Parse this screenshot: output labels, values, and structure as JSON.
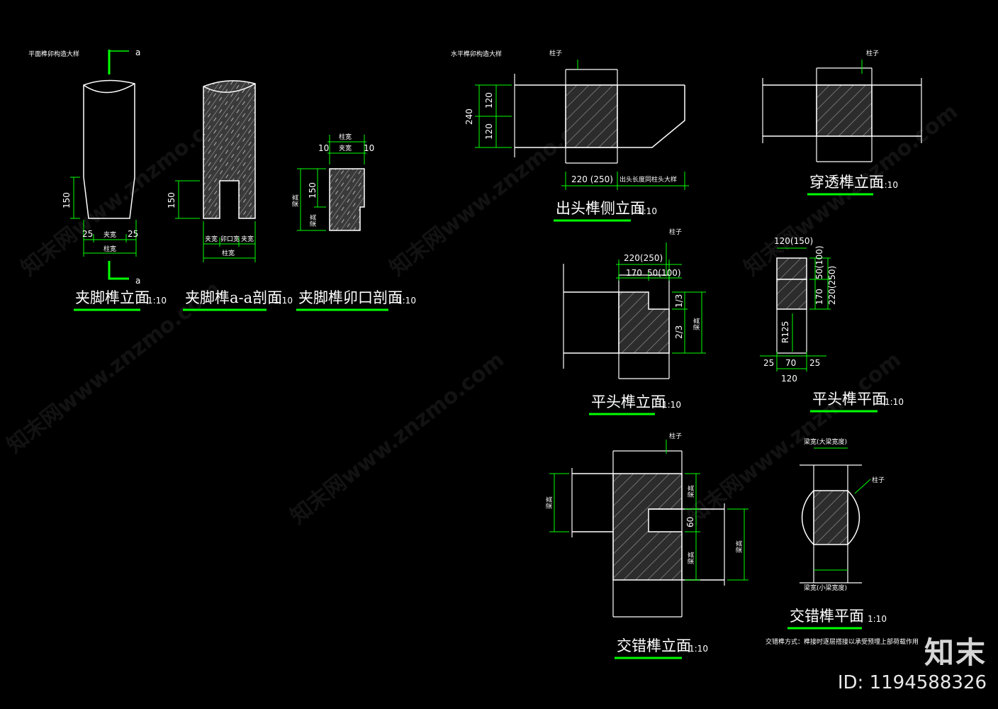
{
  "panels": {
    "p1": {
      "header": "平面榫卯构造大样",
      "title": "夹脚榫立面",
      "scale": "1:10"
    },
    "p2": {
      "title": "夹脚榫a-a剖面",
      "scale": "1:10"
    },
    "p3": {
      "title": "夹脚榫卯口剖面",
      "scale": "1:10"
    },
    "p4": {
      "header": "水平榫卯构造大样",
      "title": "出头榫侧立面",
      "scale": "1:10"
    },
    "p5": {
      "title": "穿透榫立面",
      "scale": "1:10"
    },
    "p6": {
      "title": "平头榫立面",
      "scale": "1:10"
    },
    "p7": {
      "title": "平头榫平面",
      "scale": "1:10"
    },
    "p8": {
      "title": "交错榫立面",
      "scale": "1:10"
    },
    "p9": {
      "title": "交错榫平面",
      "scale": "1:10",
      "note": "交错榫方式：榫接时逐层搭接以承受预埋上部荷载作用"
    }
  },
  "labels": {
    "section_mark": "a",
    "zhuzi": "柱子",
    "d150": "150",
    "d25": "25",
    "d10": "10",
    "d240": "240",
    "d120": "120",
    "d220_250": "220 (250)",
    "d220_250b": "220(250)",
    "d170": "170",
    "d50_100": "50(100)",
    "d120_150": "120(150)",
    "d70": "70",
    "dR125": "R125",
    "d60": "60",
    "frac13": "1/3",
    "frac23": "2/3",
    "jiaokuan": "夹宽",
    "zhukuan": "柱宽",
    "mao": "卯口宽",
    "tenon_len": "出头长度同柱头大样",
    "beam_big": "梁宽(大梁宽度)",
    "beam_small": "梁宽(小梁宽度)",
    "liang": "梁高"
  },
  "watermarks": [
    "知末网www.znzmo.com"
  ],
  "brand": {
    "logo": "知末",
    "id": "ID: 1194588326"
  },
  "colors": {
    "line": "#ffffff",
    "dimension": "#00ff00",
    "title_underline": "#00ff00",
    "hatch": "#8a8a8a"
  }
}
